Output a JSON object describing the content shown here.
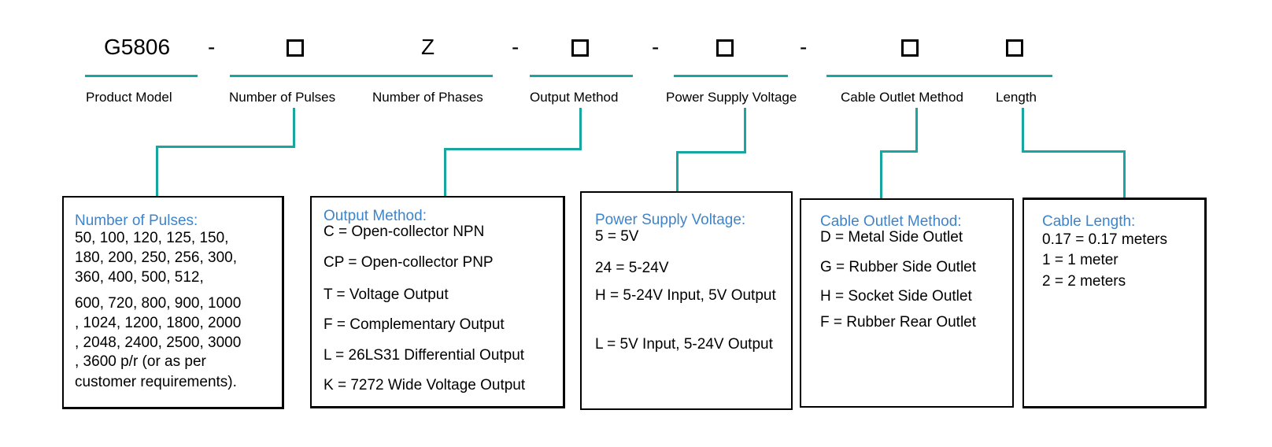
{
  "code": {
    "model": "G5806",
    "sep1": "-",
    "phase_char": "Z",
    "sep2": "-",
    "sep3": "-",
    "sep4": "-"
  },
  "labels": {
    "product_model": "Product Model",
    "pulses": "Number of Pulses",
    "phases": "Number of Phases",
    "output": "Output Method",
    "voltage": "Power Supply Voltage",
    "cable": "Cable Outlet Method",
    "length": "Length"
  },
  "boxes": {
    "pulses": {
      "title": "Number of Pulses:",
      "lines": [
        "50, 100, 120, 125, 150,",
        "180, 200, 250, 256, 300,",
        "360, 400, 500, 512,",
        "600, 720, 800, 900, 1000",
        ", 1024, 1200, 1800, 2000",
        ", 2048, 2400, 2500, 3000",
        ", 3600 p/r (or as per",
        "customer requirements)."
      ]
    },
    "output": {
      "title": "Output Method:",
      "items": [
        "C = Open-collector NPN",
        "CP = Open-collector PNP",
        "T = Voltage Output",
        "F = Complementary Output",
        "L = 26LS31 Differential Output",
        "K = 7272 Wide Voltage Output"
      ]
    },
    "voltage": {
      "title": "Power Supply Voltage:",
      "items": [
        "5 = 5V",
        "24 = 5-24V",
        "H = 5-24V Input, 5V Output",
        "L = 5V Input, 5-24V Output"
      ]
    },
    "cable": {
      "title": "Cable Outlet Method:",
      "items": [
        "D = Metal Side Outlet",
        "G = Rubber Side Outlet",
        "H = Socket Side Outlet",
        "F = Rubber Rear Outlet"
      ]
    },
    "length": {
      "title": "Cable Length:",
      "items": [
        "0.17 = 0.17 meters",
        "1 = 1 meter",
        "2 = 2 meters"
      ]
    }
  },
  "colors": {
    "connector": "#17a6a0",
    "box_title": "#3f84c9",
    "text": "#000000"
  }
}
